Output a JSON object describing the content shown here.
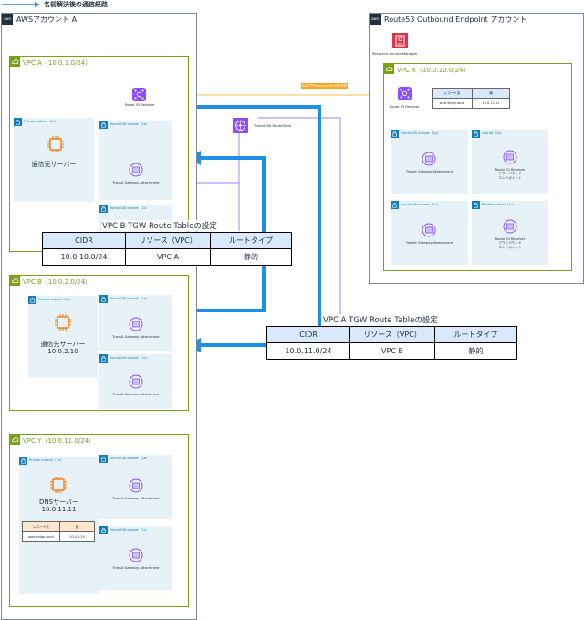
{
  "legend": {
    "label": "名前解決後の通信経路"
  },
  "account_a": {
    "title": "AWSアカウント A",
    "logo": "aws"
  },
  "account_r53": {
    "title": "Route53 Outbound Endpoint アカウント",
    "logo": "aws",
    "ram_label": "Resource Access Manager"
  },
  "ram_share": {
    "label": "RAMでResolver Ruleを共有"
  },
  "tgw": {
    "label": "TransitGW RouteTable"
  },
  "vpc_a": {
    "title": "VPC A（10.0.1.0/24）",
    "resolver_label": "Route 53 Resolver",
    "private_subnet": "Private subnet（1a）",
    "server_label": "通信元サーバー",
    "tgw_subnet_1a": "TransitGW subnet（1a）",
    "tgw_subnet_1c": "TransitGW subnet（1c）",
    "tgw_attachment": "Transit Gateway Attachment"
  },
  "vpc_b": {
    "title": "VPC B（10.0.2.0/24）",
    "private_subnet": "Private subnet（1a）",
    "server_label": "通信先サーバー",
    "server_ip": "10.0.2.10",
    "tgw_subnet_1a": "TransitGW subnet（1a）",
    "tgw_subnet_1c": "TransitGW subnet（1c）",
    "tgw_attachment": "Transit Gateway Attachment"
  },
  "vpc_y": {
    "title": "VPC Y（10.0.11.0/24）",
    "private_subnet": "Private subnet（1a）",
    "server_label": "DNSサーバー",
    "server_ip": "10.0.11.11",
    "record_headers": [
      "レコード名",
      "値"
    ],
    "record_rows": [
      [
        "web.shige.local",
        "10.0.2.10"
      ]
    ],
    "tgw_subnet_1a": "TransitGW subnet（1a）",
    "tgw_subnet_1c": "TransitGW subnet（1c）",
    "tgw_attachment": "Transit Gateway Attachment"
  },
  "vpc_x": {
    "title": "VPC X（10.0.10.0/24）",
    "resolver_label": "Route 53 Resolver",
    "record_headers": [
      "レコード名",
      "値"
    ],
    "record_rows": [
      [
        "web.shige.local",
        "10.0.11.11"
      ]
    ],
    "tgw_subnet_1a": "TransitGW subnet（1a）",
    "tgw_subnet_1c": "TransitGW subnet（1c）",
    "subnet_1a": "subnet（1a）",
    "private_subnet_1c": "Private subnet（1c）",
    "tgw_attachment": "Transit Gateway Attachment",
    "resolver_endpoint": "Route 53 Resolver\nアウトバウンド\nエンドポイント"
  },
  "rt_vpc_b": {
    "title": "VPC B TGW Route Tableの設定",
    "headers": [
      "CIDR",
      "リソース（VPC）",
      "ルートタイプ"
    ],
    "rows": [
      [
        "10.0.10.0/24",
        "VPC A",
        "静的"
      ]
    ]
  },
  "rt_vpc_a": {
    "title": "VPC A TGW Route Tableの設定",
    "headers": [
      "CIDR",
      "リソース（VPC）",
      "ルートタイプ"
    ],
    "rows": [
      [
        "10.0.11.0/24",
        "VPC B",
        "静的"
      ]
    ]
  },
  "colors": {
    "arrow": "#1e8fe6",
    "vpc_border": "#7aa116",
    "subnet_fill": "#e6f2f8",
    "subnet_accent": "#147eba",
    "tgw_purple": "#8c4fff",
    "ram_orange": "#f5a623",
    "ram_red": "#dd344c",
    "chip_orange": "#ed7100",
    "resolver_purple": "#8c4fff"
  }
}
